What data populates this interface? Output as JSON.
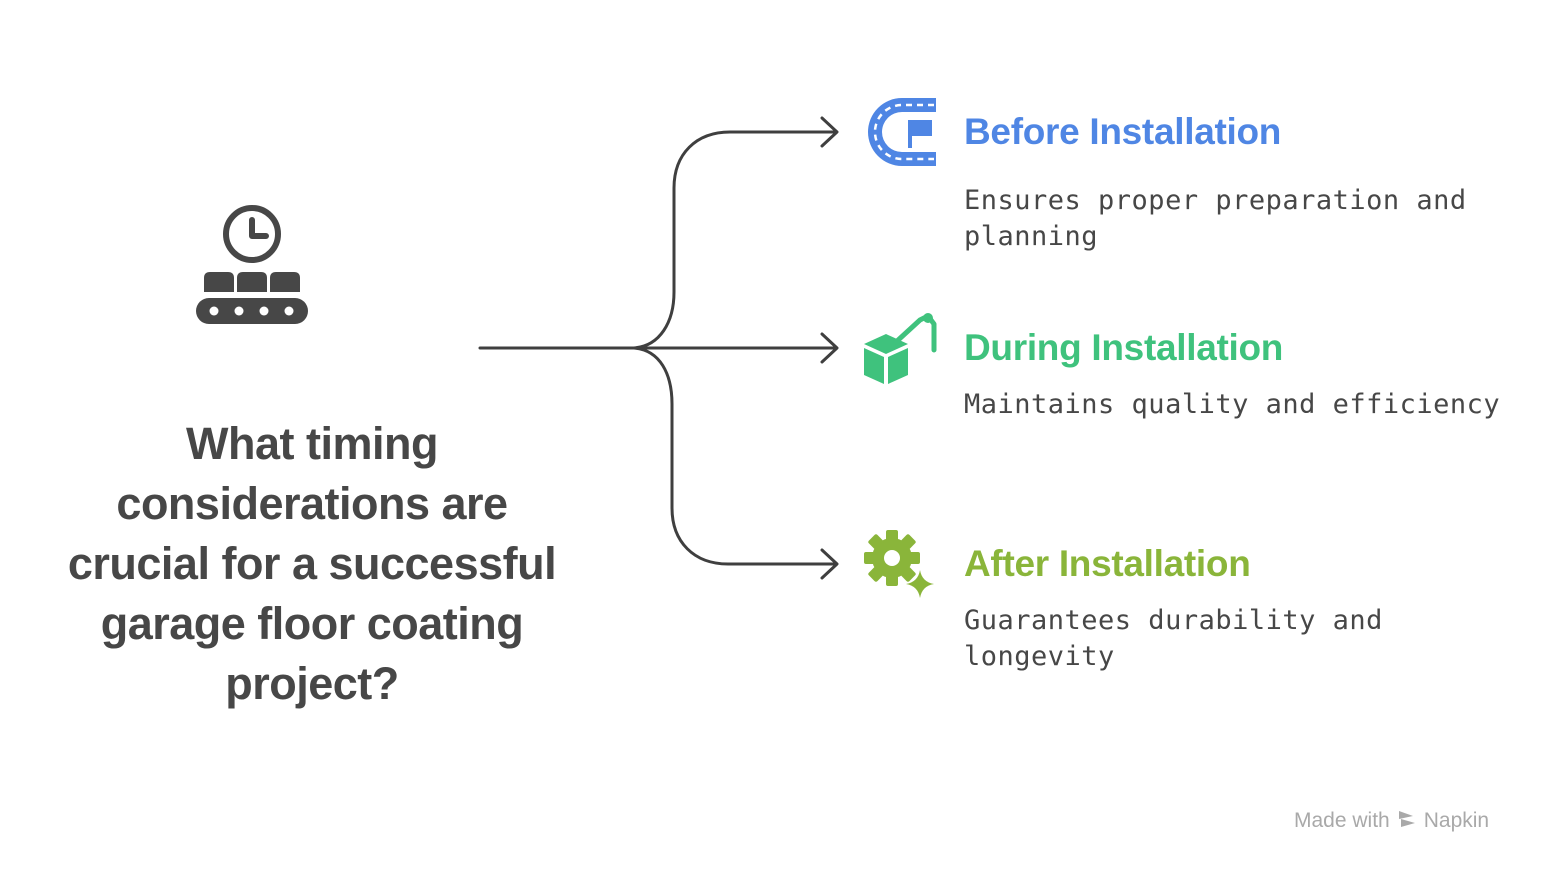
{
  "question": "What timing considerations are crucial for a successful garage floor coating project?",
  "main_icon": "conveyor-clock-icon",
  "branches": [
    {
      "title": "Before Installation",
      "description": "Ensures proper preparation and planning",
      "icon": "roadmap-flag-icon",
      "color": "#4f86e4"
    },
    {
      "title": "During Installation",
      "description": "Maintains quality and efficiency",
      "icon": "box-robot-arm-icon",
      "color": "#3fc27d"
    },
    {
      "title": "After Installation",
      "description": "Guarantees durability and longevity",
      "icon": "gear-sparkle-icon",
      "color": "#8ab53a"
    }
  ],
  "watermark": {
    "made_with": "Made with",
    "brand": "Napkin"
  },
  "colors": {
    "text_dark": "#474747",
    "connector": "#3f3f3f",
    "watermark": "#a9a9a9"
  }
}
